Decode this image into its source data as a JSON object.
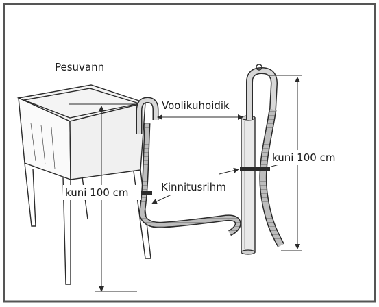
{
  "labels": {
    "tub": "Pesuvann",
    "hose_guide": "Voolikuhoidik",
    "height_left": "kuni 100 cm",
    "height_right": "kuni 100 cm",
    "strap": "Kinnitusrihm"
  },
  "colors": {
    "line": "#2b2b2b",
    "border": "#555555",
    "background": "#ffffff"
  }
}
